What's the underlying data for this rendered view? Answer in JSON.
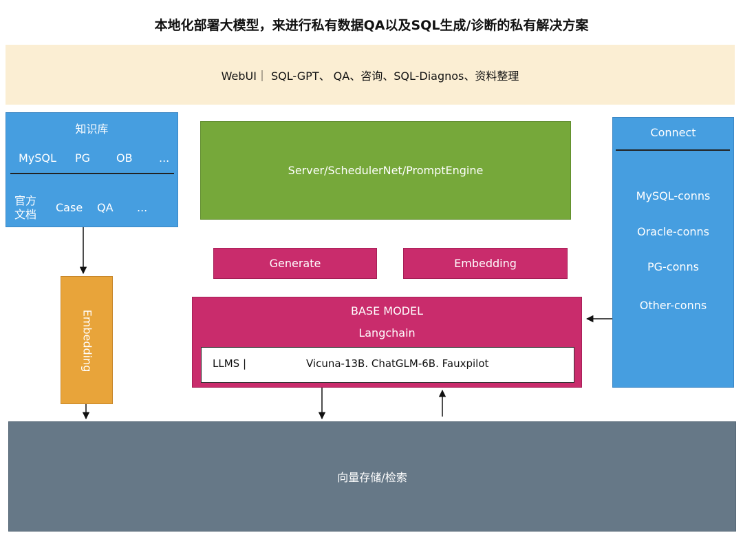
{
  "title": "本地化部署大模型，来进行私有数据QA以及SQL生成/诊断的私有解决方案",
  "webui": {
    "label": "WebUI｜ SQL-GPT、 QA、咨询、SQL-Diagnos、资料整理"
  },
  "knowledge_base": {
    "title": "知识库",
    "row1": [
      "MySQL",
      "PG",
      "OB",
      "..."
    ],
    "row2_first_line1": "官方",
    "row2_first_line2": "文档",
    "row2": [
      "Case",
      "QA",
      "..."
    ]
  },
  "server": {
    "label": "Server/SchedulerNet/PromptEngine"
  },
  "generate": {
    "label": "Generate"
  },
  "embedding_box": {
    "label": "Embedding"
  },
  "base_model": {
    "title": "BASE MODEL",
    "subtitle": "Langchain",
    "llms_label": "LLMS |",
    "llms_models": "Vicuna-13B.  ChatGLM-6B. Fauxpilot"
  },
  "connect": {
    "title": "Connect",
    "items": [
      "MySQL-conns",
      "Oracle-conns",
      "PG-conns",
      "Other-conns"
    ]
  },
  "embedding_vertical": {
    "label": "Embedding"
  },
  "vector_store": {
    "label": "向量存储/检索"
  },
  "colors": {
    "webui_bg": "#fbeed3",
    "blue": "#469ee0",
    "green": "#76a83a",
    "magenta": "#c92c6c",
    "orange": "#e8a43a",
    "slate": "#667887"
  }
}
